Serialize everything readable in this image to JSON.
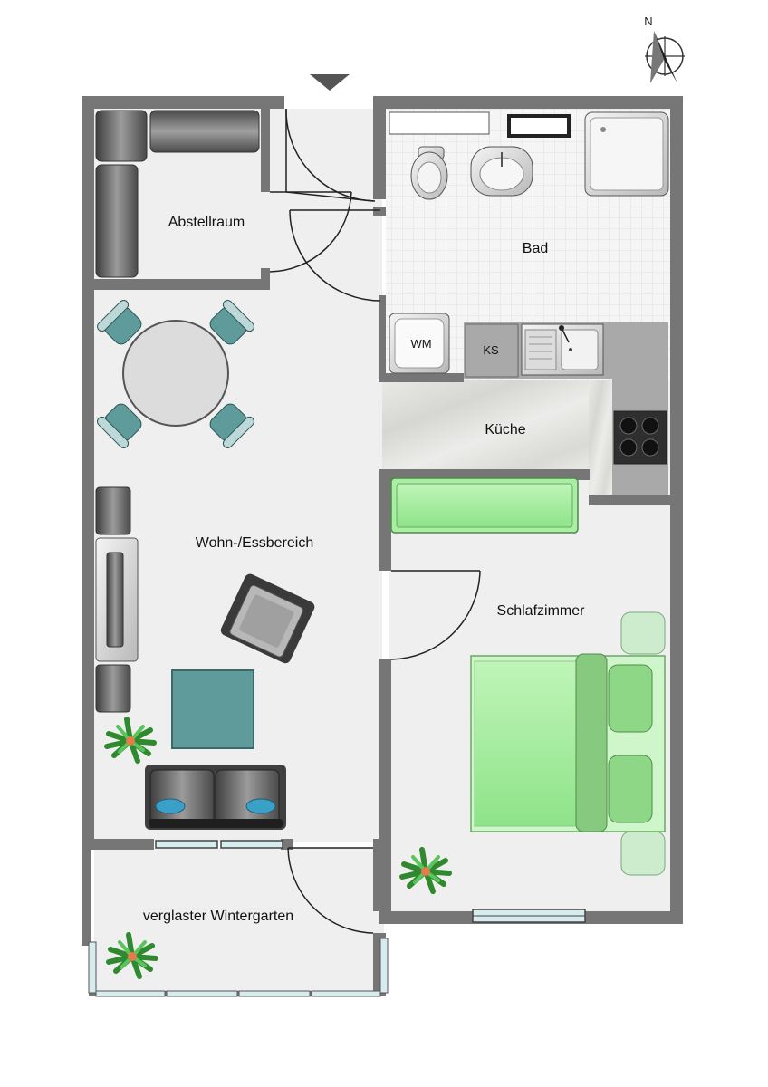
{
  "compass": {
    "label": "N",
    "icon": "north-arrow-icon"
  },
  "rooms": {
    "abstellraum": "Abstellraum",
    "bad": "Bad",
    "kueche": "Küche",
    "wohn_essbereich": "Wohn-/Essbereich",
    "schlafzimmer": "Schlafzimmer",
    "wintergarten": "verglaster Wintergarten"
  },
  "fixtures": {
    "washing_machine": "WM",
    "fridge": "KS"
  },
  "colors": {
    "wall": "#767676",
    "floor": "#efefef",
    "tile": "#f4f4f4",
    "green_furniture": "#a9efa3",
    "teal": "#5e9b9a",
    "dark_furniture": "#5a5a5a"
  }
}
